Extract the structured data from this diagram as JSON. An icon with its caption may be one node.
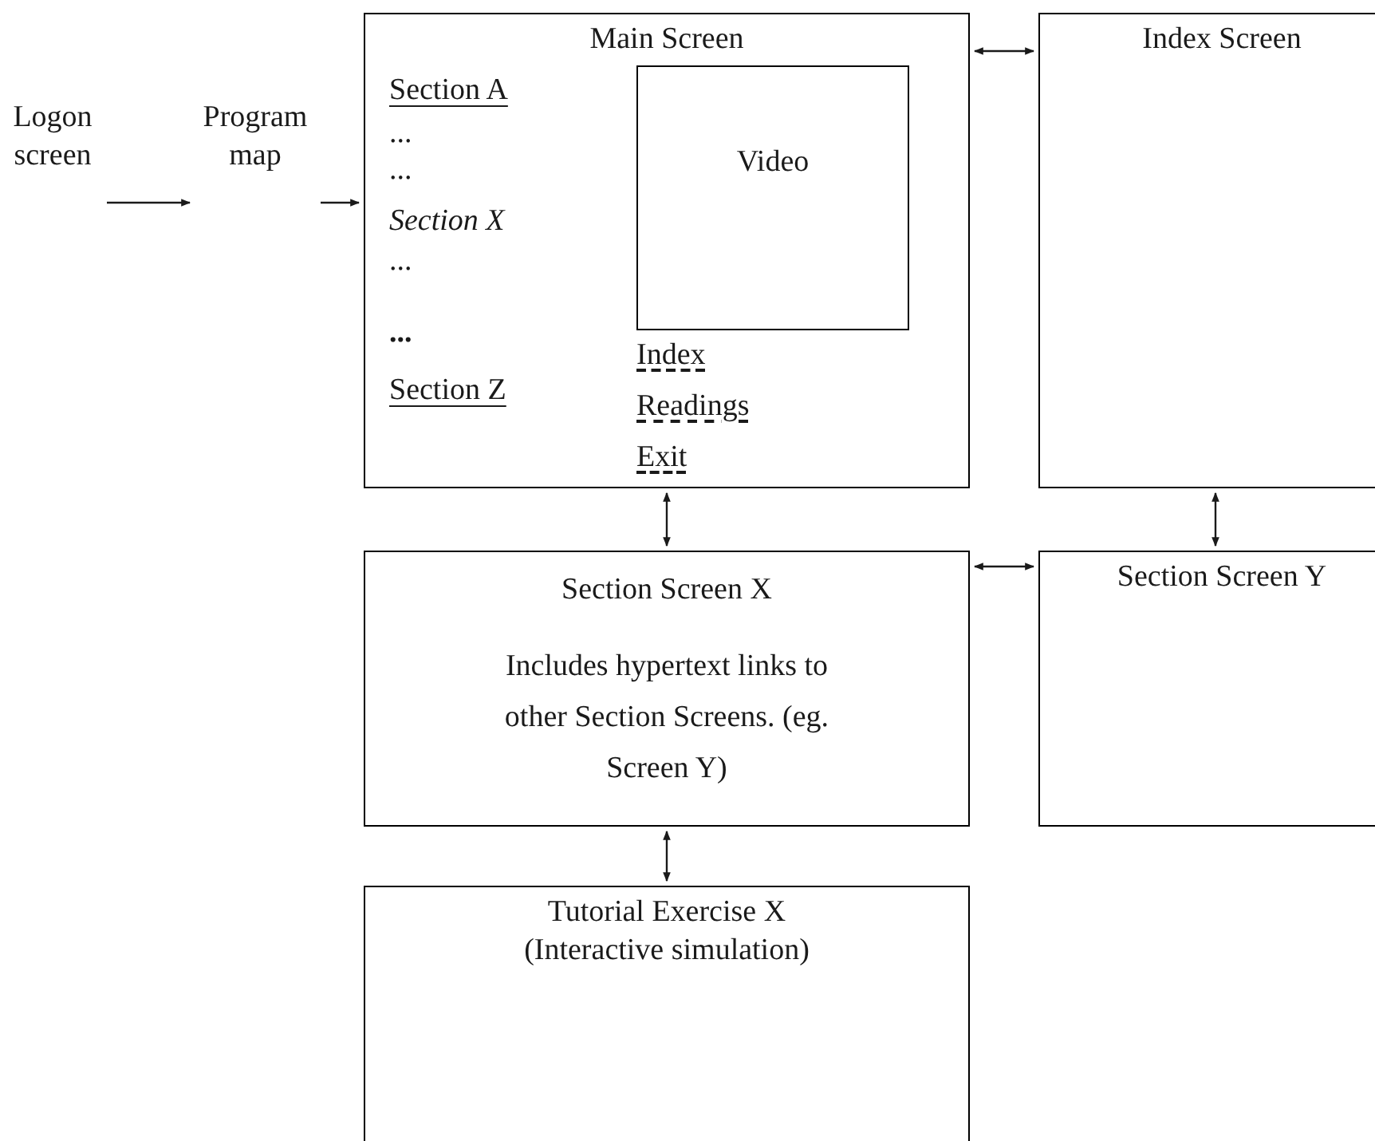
{
  "diagram": {
    "nodes": [
      {
        "text": [
          "Logon screen"
        ]
      },
      {
        "text": [
          "Program map"
        ]
      },
      {
        "text": [
          "Main Screen"
        ]
      },
      {
        "text": [
          "Video"
        ],
        "in": 2
      },
      {
        "text": [
          "Index Screen"
        ]
      },
      {
        "text": [
          "Section Screen X",
          "Includes hypertext links to other Section Screens. (eg. Screen Y)"
        ]
      },
      {
        "text": [
          "Section Screen Y"
        ]
      },
      {
        "text": [
          "Tutorial Exercise X (Interactive simulation)"
        ]
      }
    ],
    "edges": [
      {
        "from": 0,
        "to": 1,
        "arrow": "to"
      },
      {
        "from": 1,
        "to": 2,
        "arrow": "to"
      },
      {
        "from": 2,
        "to": 4,
        "arrow": "both"
      },
      {
        "from": 2,
        "to": 5,
        "arrow": "both"
      },
      {
        "from": 4,
        "to": 6,
        "arrow": "both"
      },
      {
        "from": 5,
        "to": 6,
        "arrow": "both"
      },
      {
        "from": 5,
        "to": 7,
        "arrow": "both"
      }
    ],
    "labels": [
      "Section A",
      "...",
      "...",
      "Section X",
      "...",
      "...",
      "Section Z",
      "Index",
      "Readings",
      "Exit"
    ]
  }
}
